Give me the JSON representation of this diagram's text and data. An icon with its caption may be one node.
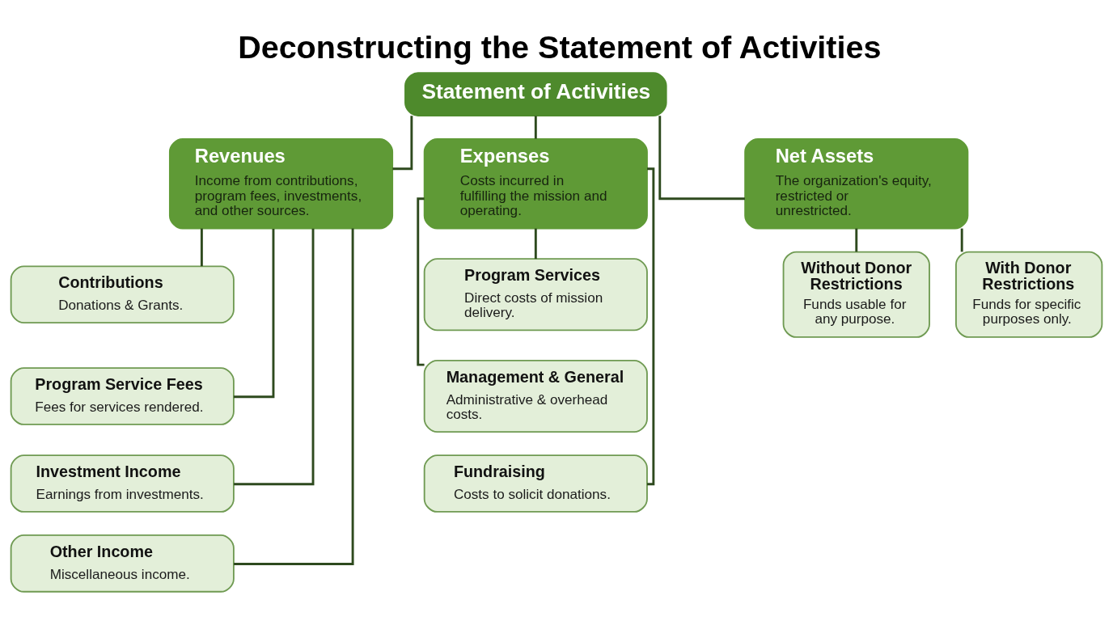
{
  "diagram": {
    "title": "Deconstructing the Statement of Activities",
    "nodes": [
      {
        "text": [
          "Statement of Activities"
        ]
      },
      {
        "text": [
          "Revenues",
          "Income from contributions, program fees, investments, and other sources."
        ]
      },
      {
        "text": [
          "Expenses",
          "Costs incurred in fulfilling the mission and operating."
        ]
      },
      {
        "text": [
          "Net Assets",
          "The organization's equity, restricted or unrestricted."
        ]
      },
      {
        "text": [
          "Contributions",
          "Donations & Grants."
        ]
      },
      {
        "text": [
          "Program Service Fees",
          "Fees for services rendered."
        ]
      },
      {
        "text": [
          "Investment Income",
          "Earnings from investments."
        ]
      },
      {
        "text": [
          "Other Income",
          "Miscellaneous income."
        ]
      },
      {
        "text": [
          "Program Services",
          "Direct costs of mission delivery."
        ]
      },
      {
        "text": [
          "Management & General",
          "Administrative & overhead costs."
        ]
      },
      {
        "text": [
          "Fundraising",
          "Costs to solicit donations."
        ]
      },
      {
        "text": [
          "Without Donor Restrictions",
          "Funds usable for any purpose."
        ]
      },
      {
        "text": [
          "With Donor Restrictions",
          "Funds for specific purposes only."
        ]
      }
    ],
    "edges": [
      {
        "from": 0,
        "to": 1,
        "arrow": "none"
      },
      {
        "from": 0,
        "to": 2,
        "arrow": "none"
      },
      {
        "from": 0,
        "to": 3,
        "arrow": "none"
      },
      {
        "from": 1,
        "to": 4,
        "arrow": "none"
      },
      {
        "from": 1,
        "to": 5,
        "arrow": "none"
      },
      {
        "from": 1,
        "to": 6,
        "arrow": "none"
      },
      {
        "from": 1,
        "to": 7,
        "arrow": "none"
      },
      {
        "from": 2,
        "to": 8,
        "arrow": "none"
      },
      {
        "from": 2,
        "to": 9,
        "arrow": "none"
      },
      {
        "from": 2,
        "to": 10,
        "arrow": "none"
      },
      {
        "from": 3,
        "to": 11,
        "arrow": "none"
      },
      {
        "from": 3,
        "to": 12,
        "arrow": "none"
      }
    ]
  }
}
